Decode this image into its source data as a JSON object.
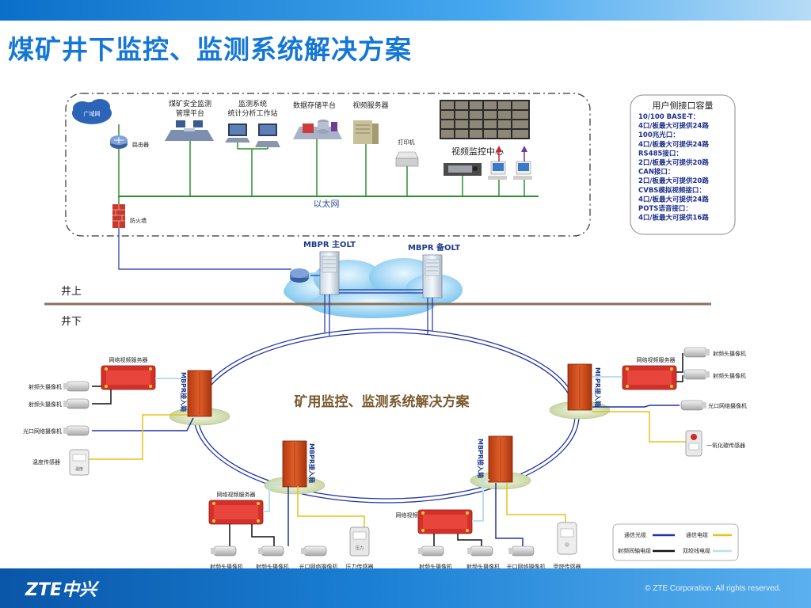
{
  "title": "煤矿井下监控、监测系统解决方案",
  "footer": {
    "logo": "ZTE中兴",
    "copyright": "© ZTE Corporation. All rights reserved."
  },
  "top": {
    "wan": "广域网",
    "router": "路由器",
    "firewall": "防火墙",
    "platform_safety_1": "煤矿安全监测",
    "platform_safety_2": "管理平台",
    "platform_stats_1": "监测系统",
    "platform_stats_2": "统计分析工作站",
    "storage": "数据存储平台",
    "video_server": "视频服务器",
    "printer": "打印机",
    "video_center": "视频监控中心",
    "ethernet": "以太网"
  },
  "capacity": {
    "title": "用户侧接口容量",
    "lines": [
      "10/100 BASE-T：",
      "4口/板最大可提供24路",
      "100兆光口：",
      "4口/板最大可提供24路",
      "RS485接口：",
      "2口/板最大可提供20路",
      "CAN接口：",
      "2口/板最大可提供20路",
      "CVBS模拟视频接口：",
      "4口/板最大可提供24路",
      "POTS语音接口：",
      "4口/板最大可提供16路"
    ]
  },
  "olt": {
    "main": "MBPR 主OLT",
    "backup": "MBPR 备OLT"
  },
  "zones": {
    "above": "井上",
    "below": "井下"
  },
  "ring_title": "矿用监控、监测系统解决方案",
  "onu_label": "MBPR接入箱",
  "devices": {
    "nvs": "网络视频服务器",
    "rf_camera": "射频头摄像机",
    "optical_camera": "光口网络摄像机",
    "temp_sensor": "温度传感器",
    "co_sensor": "一氧化碳传感器",
    "pressure_sensor": "压力传感器",
    "methane_sensor": "甲烷传感器",
    "temp_text": "温度",
    "pressure_text": "压力"
  },
  "legend": {
    "comm_fiber": "通信光缆",
    "comm_cable": "通信电缆",
    "rf_coax": "射频同轴电缆",
    "twisted": "双绞线电缆"
  },
  "colors": {
    "fiber": "#2032a8",
    "cable": "#e6c21a",
    "coax": "#111111",
    "twisted": "#bcdff0",
    "ethernet": "#2f8f2f",
    "accent": "#1477d6"
  }
}
